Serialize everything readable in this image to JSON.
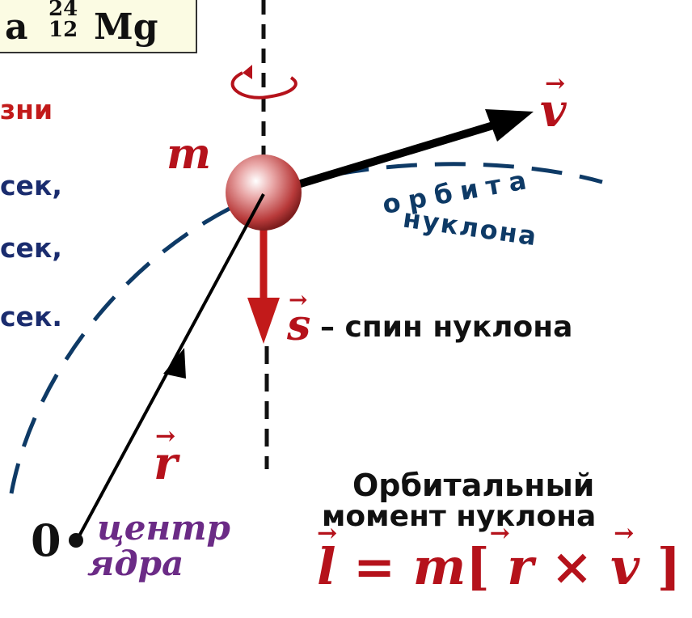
{
  "isotope_box": {
    "prefix": "а",
    "mass_number": "24",
    "atomic_number": "12",
    "symbol": "Mg"
  },
  "left_text": {
    "line1": "зни",
    "line2": "сек,",
    "line3": "сек,",
    "line4": "сек."
  },
  "labels": {
    "mass": "m",
    "velocity": "v",
    "spin_symbol": "s",
    "spin_label": "– спин нуклона",
    "radius": "r",
    "origin": "0",
    "center_line1": "центр",
    "center_line2": "ядра",
    "orbit_line1": "орбита",
    "orbit_line2": "нуклона",
    "orbital_title1": "Орбитальный",
    "orbital_title2": "момент нуклона",
    "formula_l": "l",
    "formula_rest1": " = ",
    "formula_m": "m",
    "formula_lb": "[",
    "formula_r": "r",
    "formula_times": " × ",
    "formula_v": "v",
    "formula_rb": " ]"
  },
  "colors": {
    "red": "#b5121b",
    "navy": "#1a2c6e",
    "orbit": "#0e3a66",
    "purple": "#6b2b86"
  }
}
